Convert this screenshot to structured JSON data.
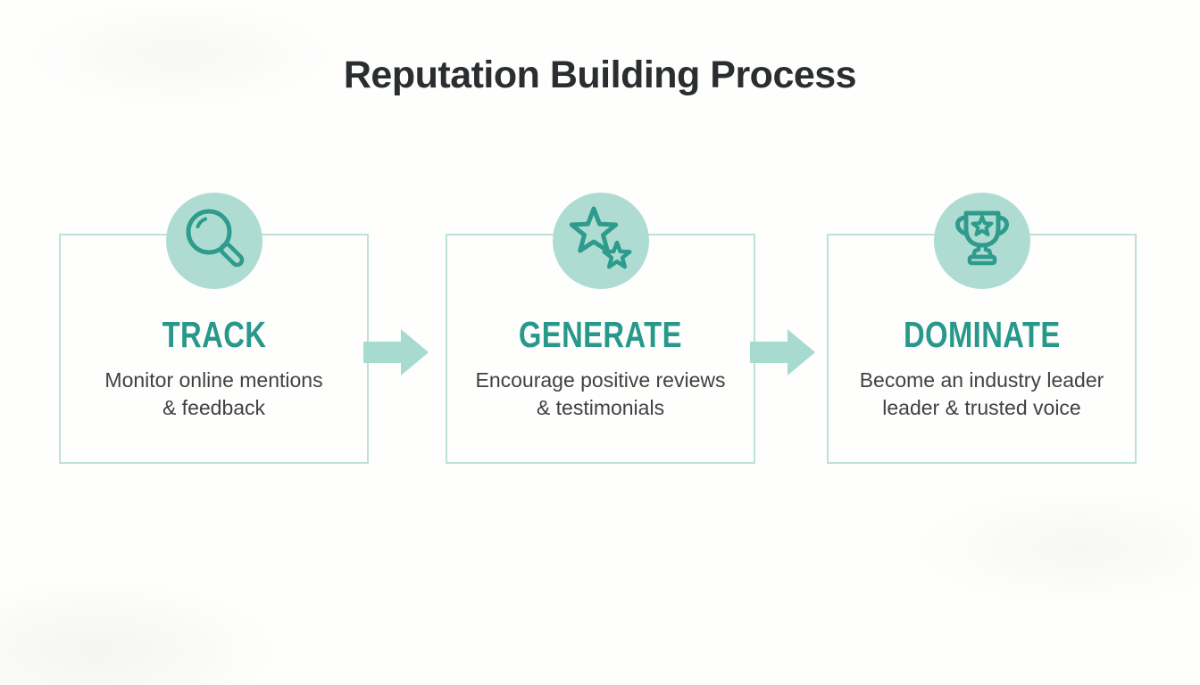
{
  "title": "Reputation Building Process",
  "steps": [
    {
      "heading": "TRACK",
      "description_line1": "Monitor online mentions",
      "description_line2": "& feedback",
      "icon": "magnifier-search-icon"
    },
    {
      "heading": "GENERATE",
      "description_line1": "Encourage positive reviews",
      "description_line2": "& testimonials",
      "icon": "two-stars-icon"
    },
    {
      "heading": "DOMINATE",
      "description_line1": "Become an industry leader",
      "description_line2": "leader & trusted voice",
      "icon": "trophy-icon"
    }
  ],
  "connectors": [
    {
      "icon": "arrow-right-icon"
    },
    {
      "icon": "arrow-right-icon"
    }
  ],
  "colors": {
    "accent_teal": "#28988a",
    "icon_stroke": "#2e9b8d",
    "circle_fill": "#aedcd2",
    "card_border": "#bce1d8",
    "arrow_fill": "#a7dbcf",
    "title_color": "#2b2e31",
    "description_color": "#3f4143",
    "background": "#fefefd"
  }
}
